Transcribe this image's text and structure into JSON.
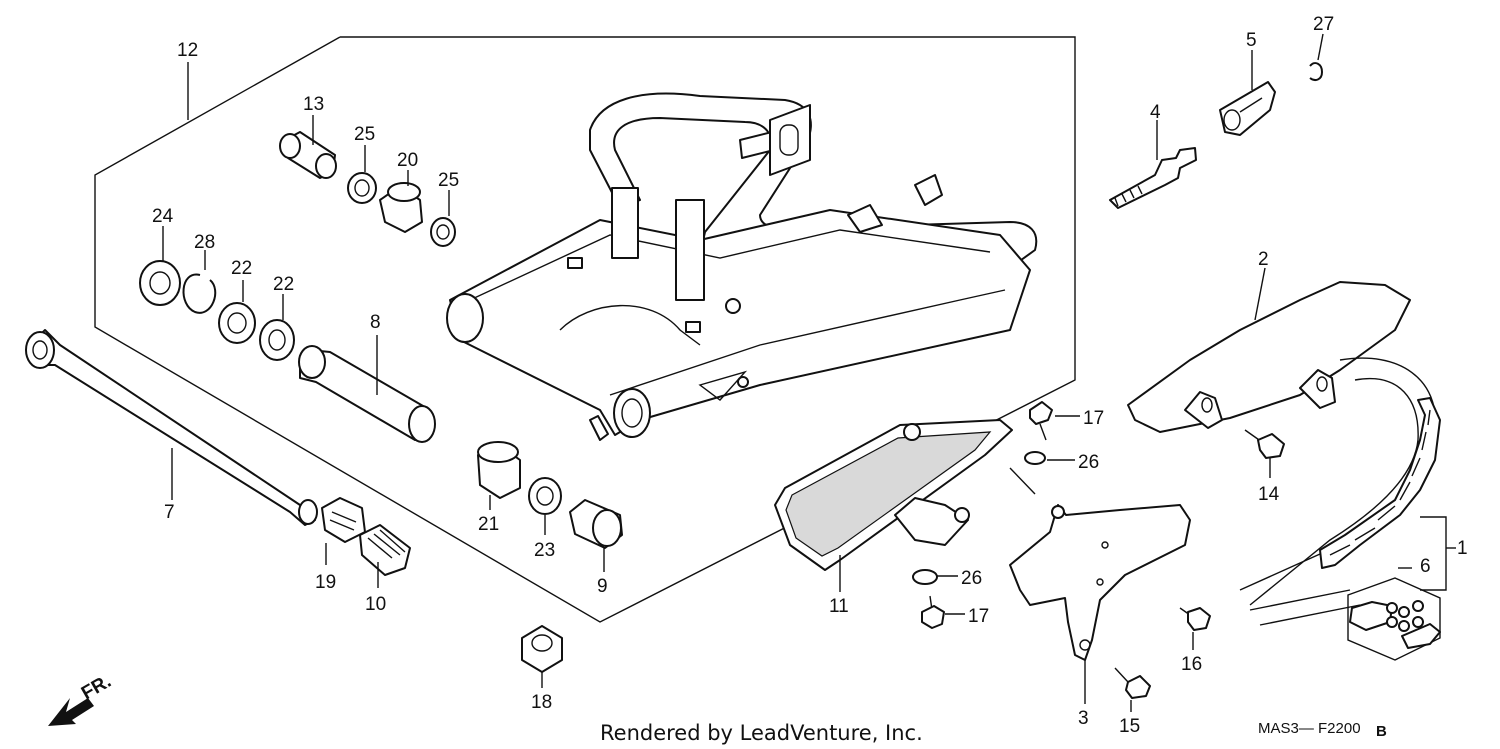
{
  "diagram": {
    "callouts": [
      "1",
      "2",
      "3",
      "4",
      "5",
      "6",
      "7",
      "8",
      "9",
      "10",
      "11",
      "12",
      "13",
      "14",
      "15",
      "16",
      "17",
      "17",
      "18",
      "19",
      "20",
      "21",
      "22",
      "22",
      "23",
      "24",
      "25",
      "25",
      "26",
      "26",
      "27",
      "28"
    ],
    "direction_label": "FR.",
    "footer_text": "Rendered by LeadVenture, Inc.",
    "diagram_code": "MAS3— F2200",
    "diagram_code_suffix": "B"
  }
}
